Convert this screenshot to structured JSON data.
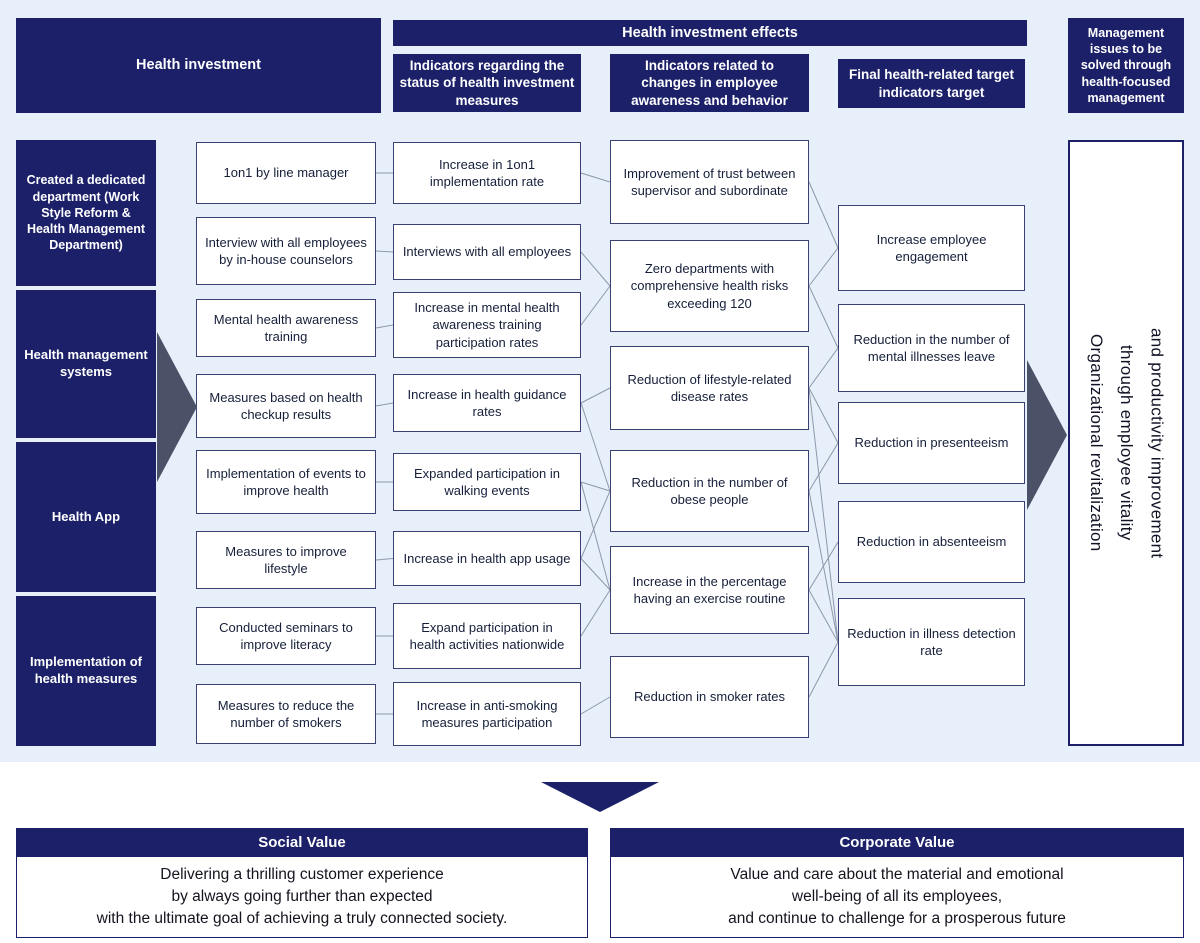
{
  "palette": {
    "navy": "#1b2069",
    "background": "#e7f0fa",
    "connector": "#8e96aa",
    "arrow": "#4b5166"
  },
  "headers": {
    "health_investment": "Health investment",
    "health_investment_effects": "Health investment effects",
    "status_indicators": "Indicators regarding the status of health investment measures",
    "behavior_indicators": "Indicators related to changes in employee awareness and behavior",
    "target_indicators": "Final health-related target indicators target",
    "management_issues": "Management issues to be solved through health-focused management"
  },
  "investment_categories": [
    "Created a dedicated department (Work Style Reform & Health Management Department)",
    "Health management systems",
    "Health App",
    "Implementation of health measures"
  ],
  "measures": [
    "1on1 by line manager",
    "Interview with all employees by in-house counselors",
    "Mental health awareness training",
    "Measures based on health checkup results",
    "Implementation of events to improve health",
    "Measures to improve lifestyle",
    "Conducted seminars to improve literacy",
    "Measures to reduce the number of smokers"
  ],
  "status_indicators": [
    "Increase in 1on1 implementation rate",
    "Interviews with all employees",
    "Increase in mental health awareness training participation rates",
    "Increase in health guidance rates",
    "Expanded participation in walking events",
    "Increase in health app usage",
    "Expand participation in health activities nationwide",
    "Increase in anti-smoking measures participation"
  ],
  "behavior_indicators": [
    "Improvement of trust between supervisor and subordinate",
    "Zero departments with comprehensive health risks exceeding 120",
    "Reduction of lifestyle-related disease rates",
    "Reduction in the number of obese people",
    "Increase in the percentage having an exercise routine",
    "Reduction in smoker rates"
  ],
  "target_indicators": [
    "Increase employee engagement",
    "Reduction in the number of mental illnesses leave",
    "Reduction in presenteeism",
    "Reduction in absenteeism",
    "Reduction in illness detection rate"
  ],
  "outcome_lines": [
    "Organizational revitalization",
    "through employee vitality",
    "and productivity improvement"
  ],
  "social_value": {
    "title": "Social Value",
    "lines": [
      "Delivering a thrilling customer experience",
      "by always going further than expected",
      "with the ultimate goal of achieving a truly connected society."
    ]
  },
  "corporate_value": {
    "title": "Corporate Value",
    "lines": [
      "Value and care about the material and emotional",
      "well-being of all its employees,",
      "and continue to challenge for a prosperous future"
    ]
  },
  "connections": [
    [
      "m0",
      "s0"
    ],
    [
      "m1",
      "s1"
    ],
    [
      "m2",
      "s2"
    ],
    [
      "m3",
      "s3"
    ],
    [
      "m4",
      "s4"
    ],
    [
      "m5",
      "s5"
    ],
    [
      "m6",
      "s6"
    ],
    [
      "m7",
      "s7"
    ],
    [
      "s0",
      "b0"
    ],
    [
      "s1",
      "b1"
    ],
    [
      "s2",
      "b1"
    ],
    [
      "s3",
      "b2"
    ],
    [
      "s3",
      "b3"
    ],
    [
      "s4",
      "b3"
    ],
    [
      "s4",
      "b4"
    ],
    [
      "s5",
      "b3"
    ],
    [
      "s5",
      "b4"
    ],
    [
      "s6",
      "b4"
    ],
    [
      "s7",
      "b5"
    ],
    [
      "b0",
      "t0"
    ],
    [
      "b1",
      "t0"
    ],
    [
      "b1",
      "t1"
    ],
    [
      "b2",
      "t1"
    ],
    [
      "b2",
      "t2"
    ],
    [
      "b2",
      "t4"
    ],
    [
      "b3",
      "t2"
    ],
    [
      "b3",
      "t4"
    ],
    [
      "b4",
      "t3"
    ],
    [
      "b4",
      "t4"
    ],
    [
      "b5",
      "t4"
    ]
  ]
}
